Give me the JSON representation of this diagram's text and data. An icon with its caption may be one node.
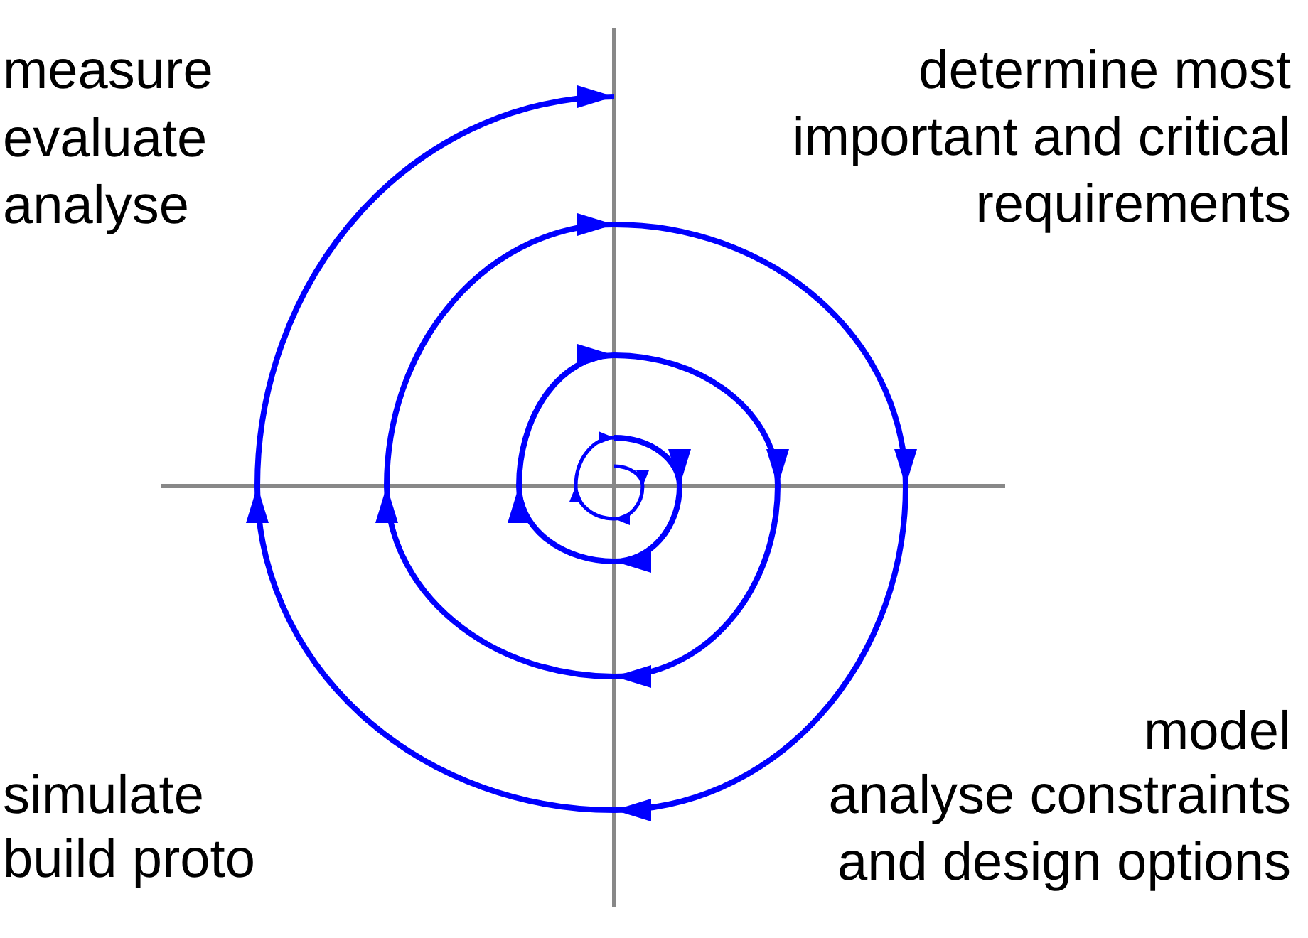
{
  "diagram": {
    "labels": [
      "measure",
      "evaluate",
      "analyse",
      "determine most important and critical requirements",
      "simulate",
      "build proto",
      "model",
      "analyse constraints and design options"
    ]
  }
}
